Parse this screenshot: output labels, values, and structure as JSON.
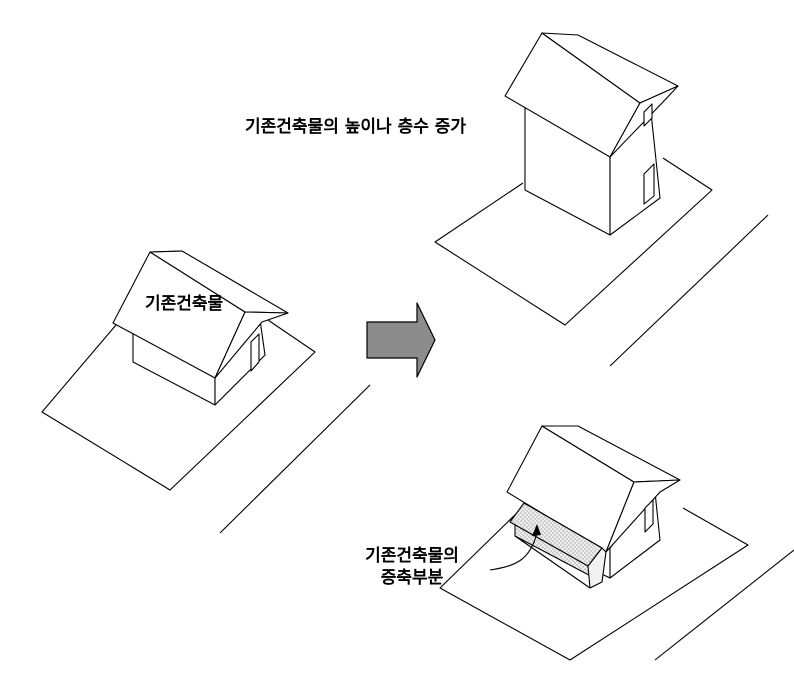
{
  "labels": {
    "existing_building": "기존건축물",
    "height_increase": "기존건축물의 높이나 층수 증가",
    "extension_line1": "기존건축물의",
    "extension_line2": "증축부분"
  },
  "colors": {
    "arrow_fill": "#8c8c8c",
    "extension_fill": "#e4e4e4",
    "line": "#000000"
  }
}
